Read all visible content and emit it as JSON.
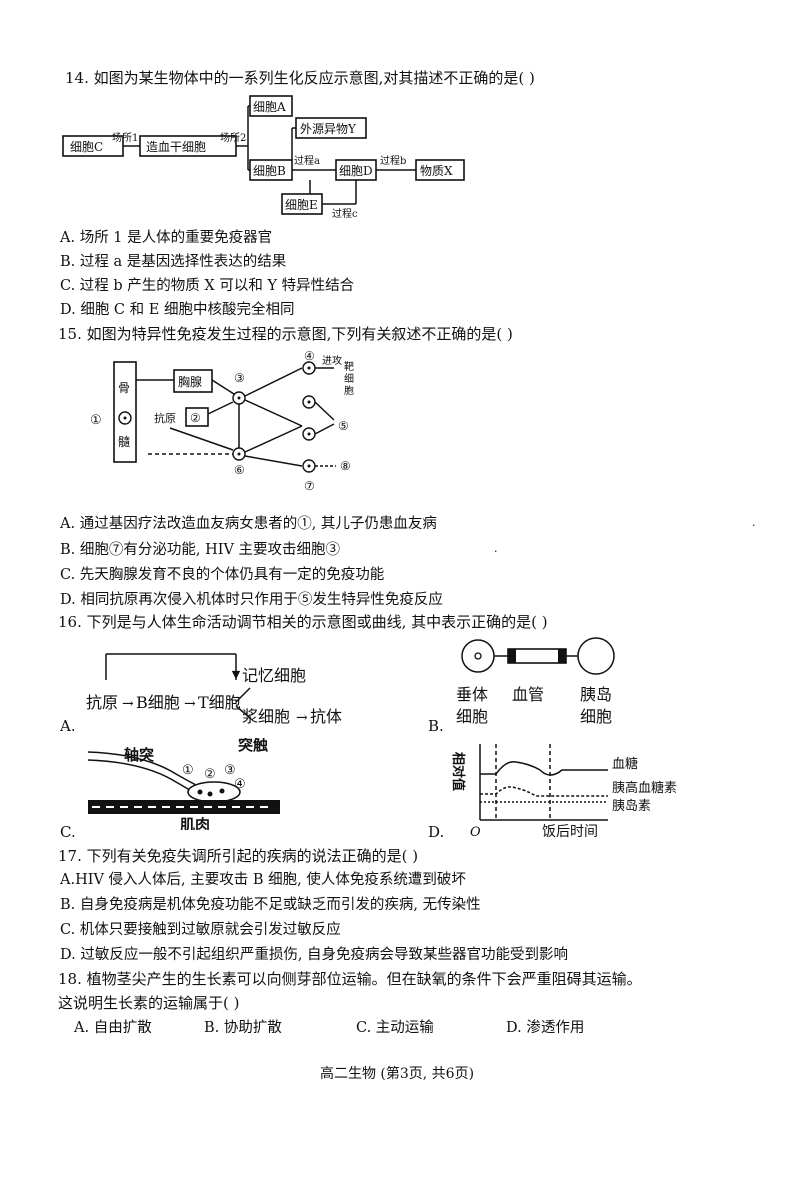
{
  "q14": {
    "stem": "14. 如图为某生物体中的一系列生化反应示意图,对其描述不正确的是(    )",
    "diagram": {
      "cell_c": "细胞C",
      "site1": "场所1",
      "hsc": "造血干细胞",
      "site2": "场所2",
      "cell_a": "细胞A",
      "foreign_y": "外源异物Y",
      "cell_b": "细胞B",
      "process_a": "过程a",
      "cell_d": "细胞D",
      "process_b": "过程b",
      "substance_x": "物质X",
      "cell_e": "细胞E",
      "process_c": "过程c"
    },
    "options": [
      "A. 场所 1 是人体的重要免疫器官",
      "B. 过程 a 是基因选择性表达的结果",
      "C. 过程 b 产生的物质 X 可以和 Y 特异性结合",
      "D. 细胞 C 和 E 细胞中核酸完全相同"
    ]
  },
  "q15": {
    "stem": "15. 如图为特异性免疫发生过程的示意图,下列有关叙述不正确的是(    )",
    "diagram": {
      "n1": "①",
      "bone1": "骨",
      "bone2": "髓",
      "thymus": "胸腺",
      "n2": "②",
      "antigen_label": "抗原",
      "n3": "③",
      "n4": "④",
      "n5": "⑤",
      "n6": "⑥",
      "n7": "⑦",
      "n8": "⑧",
      "attack": "进攻",
      "target1": "靶",
      "target2": "细",
      "target3": "胞"
    },
    "options": [
      "A. 通过基因疗法改造血友病女患者的①, 其儿子仍患血友病",
      "B. 细胞⑦有分泌功能, HIV 主要攻击细胞③",
      "C. 先天胸腺发育不良的个体仍具有一定的免疫功能",
      "D. 相同抗原再次侵入机体时只作用于⑤发生特异性免疫反应"
    ]
  },
  "q16": {
    "stem": "16. 下列是与人体生命活动调节相关的示意图或曲线, 其中表示正确的是(    )",
    "diagA": {
      "antigen": "抗原",
      "bcell": "B细胞",
      "tcell": "T细胞",
      "memory": "记忆细胞",
      "plasma": "浆细胞",
      "antibody": "抗体",
      "label": "A."
    },
    "diagB": {
      "pit1": "垂体",
      "pit2": "细胞",
      "vessel": "血管",
      "islet1": "胰岛",
      "islet2": "细胞",
      "label": "B."
    },
    "diagC": {
      "axon": "轴突",
      "synapse": "突触",
      "c1": "①",
      "c2": "②",
      "c3": "③",
      "c4": "④",
      "muscle": "肌肉",
      "label": "C."
    },
    "diagD": {
      "ylabel": "相对值",
      "origin": "O",
      "xlabel": "饭后时间",
      "s1": "血糖",
      "s2": "胰高血糖素",
      "s3": "胰岛素",
      "label": "D."
    }
  },
  "q17": {
    "stem": "17. 下列有关免疫失调所引起的疾病的说法正确的是(    )",
    "options": [
      "A.HIV 侵入人体后, 主要攻击 B 细胞, 使人体免疫系统遭到破坏",
      "B. 自身免疫病是机体免疫功能不足或缺乏而引发的疾病, 无传染性",
      "C. 机体只要接触到过敏原就会引发过敏反应",
      "D. 过敏反应一般不引起组织严重损伤, 自身免疫病会导致某些器官功能受到影响"
    ]
  },
  "q18": {
    "stem1": "18. 植物茎尖产生的生长素可以向侧芽部位运输。但在缺氧的条件下会严重阻碍其运输。",
    "stem2": "这说明生长素的运输属于(    )",
    "options": [
      "A. 自由扩散",
      "B. 协助扩散",
      "C. 主动运输",
      "D. 渗透作用"
    ]
  },
  "footer": "高二生物  (第3页, 共6页)"
}
